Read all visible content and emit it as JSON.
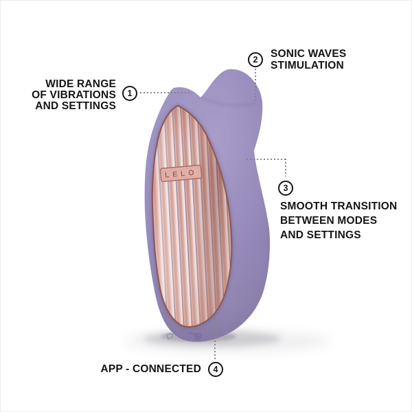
{
  "page": {
    "background_color": "#ffffff",
    "border_color": "#ececec"
  },
  "product_image": {
    "brand_logo": "LELO",
    "body_color": "#9a8ec0",
    "body_shadow_color": "#7e7299",
    "panel_color_light": "#fbeeea",
    "panel_color_dark": "#b07a72",
    "panel_rim_color": "#8e5750",
    "callout_line_color": "#858585"
  },
  "callouts": [
    {
      "number": "1",
      "lines": [
        "WIDE RANGE",
        "OF VIBRATIONS",
        "AND SETTINGS"
      ]
    },
    {
      "number": "2",
      "lines": [
        "SONIC WAVES",
        "STIMULATION"
      ]
    },
    {
      "number": "3",
      "lines": [
        "SMOOTH TRANSITION",
        "BETWEEN MODES",
        "AND SETTINGS"
      ]
    },
    {
      "number": "4",
      "lines": [
        "APP - CONNECTED"
      ]
    }
  ]
}
